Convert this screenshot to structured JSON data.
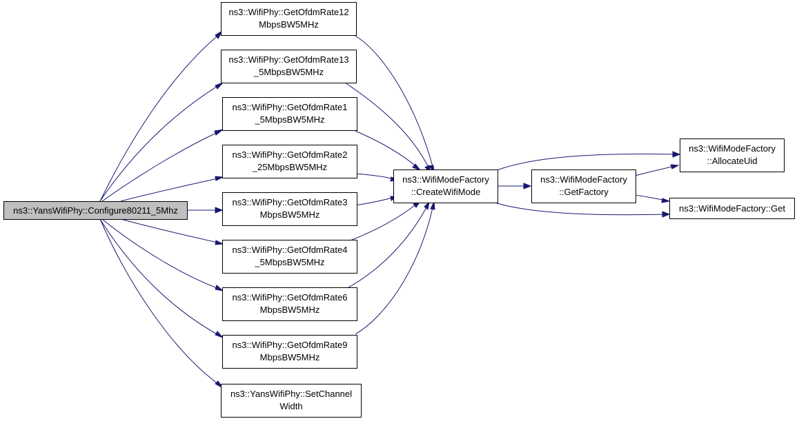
{
  "colors": {
    "edge": "#191970",
    "node_border": "#000000",
    "root_fill": "#bfbfbf",
    "node_fill": "#ffffff"
  },
  "nodes": {
    "root": {
      "lines": [
        "ns3::YansWifiPhy::Configure80211_5Mhz"
      ]
    },
    "rate12": {
      "lines": [
        "ns3::WifiPhy::GetOfdmRate12",
        "MbpsBW5MHz"
      ]
    },
    "rate13_5": {
      "lines": [
        "ns3::WifiPhy::GetOfdmRate13",
        "_5MbpsBW5MHz"
      ]
    },
    "rate1_5": {
      "lines": [
        "ns3::WifiPhy::GetOfdmRate1",
        "_5MbpsBW5MHz"
      ]
    },
    "rate2_25": {
      "lines": [
        "ns3::WifiPhy::GetOfdmRate2",
        "_25MbpsBW5MHz"
      ]
    },
    "rate3": {
      "lines": [
        "ns3::WifiPhy::GetOfdmRate3",
        "MbpsBW5MHz"
      ]
    },
    "rate4_5": {
      "lines": [
        "ns3::WifiPhy::GetOfdmRate4",
        "_5MbpsBW5MHz"
      ]
    },
    "rate6": {
      "lines": [
        "ns3::WifiPhy::GetOfdmRate6",
        "MbpsBW5MHz"
      ]
    },
    "rate9": {
      "lines": [
        "ns3::WifiPhy::GetOfdmRate9",
        "MbpsBW5MHz"
      ]
    },
    "setwidth": {
      "lines": [
        "ns3::YansWifiPhy::SetChannel",
        "Width"
      ]
    },
    "create": {
      "lines": [
        "ns3::WifiModeFactory",
        "::CreateWifiMode"
      ]
    },
    "getfactory": {
      "lines": [
        "ns3::WifiModeFactory",
        "::GetFactory"
      ]
    },
    "allocate": {
      "lines": [
        "ns3::WifiModeFactory",
        "::AllocateUid"
      ]
    },
    "get": {
      "lines": [
        "ns3::WifiModeFactory::Get"
      ]
    }
  }
}
